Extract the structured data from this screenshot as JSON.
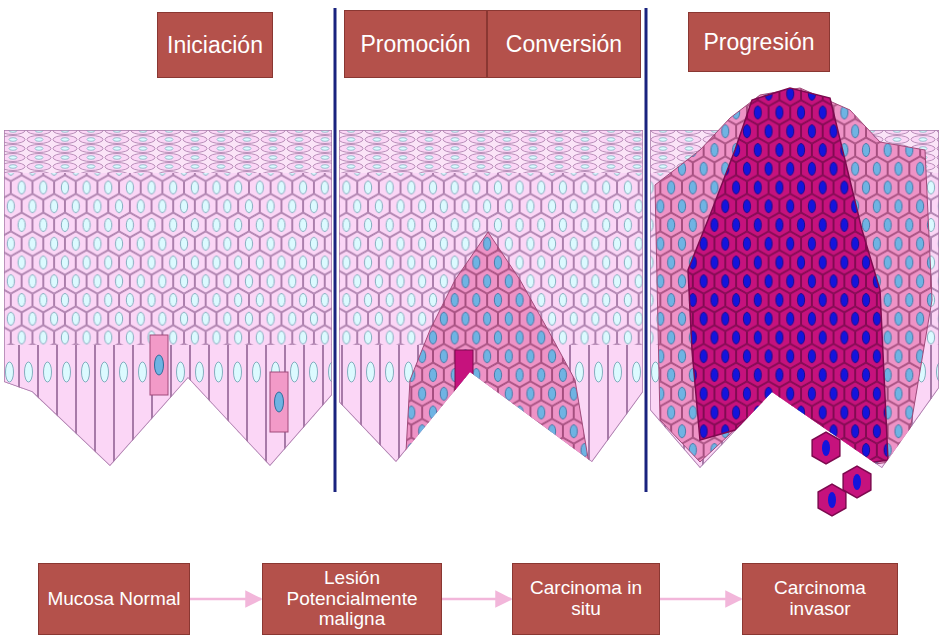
{
  "diagram": {
    "nodes": [
      {
        "text": [
          "Iniciación"
        ]
      },
      {
        "text": [
          "Promoción"
        ]
      },
      {
        "text": [
          "Conversión"
        ]
      },
      {
        "text": [
          "Progresión"
        ]
      },
      {
        "text": [
          "Mucosa Normal"
        ]
      },
      {
        "text": [
          "Lesión Potencialmente maligna"
        ]
      },
      {
        "text": [
          "Carcinoma in situ"
        ]
      },
      {
        "text": [
          "Carcinoma invasor"
        ]
      }
    ],
    "edges": [
      {
        "from": 4,
        "to": 5,
        "arrow": "to"
      },
      {
        "from": 5,
        "to": 6,
        "arrow": "to"
      },
      {
        "from": 6,
        "to": 7,
        "arrow": "to"
      }
    ]
  }
}
